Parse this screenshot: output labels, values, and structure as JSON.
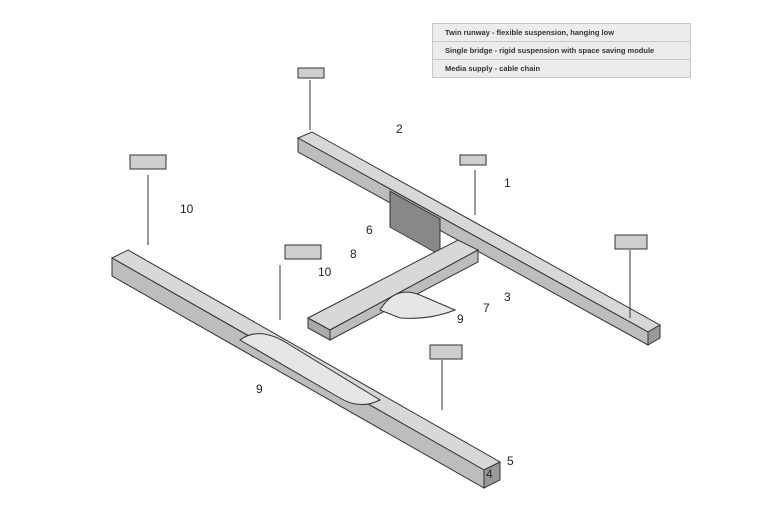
{
  "legend": [
    "Twin runway - flexible suspension, hanging low",
    "Single bridge - rigid suspension with space saving module",
    "Media supply - cable chain"
  ],
  "callouts": [
    "2",
    "1",
    "6",
    "10",
    "8",
    "10",
    "3",
    "7",
    "9",
    "9",
    "5",
    "4"
  ]
}
